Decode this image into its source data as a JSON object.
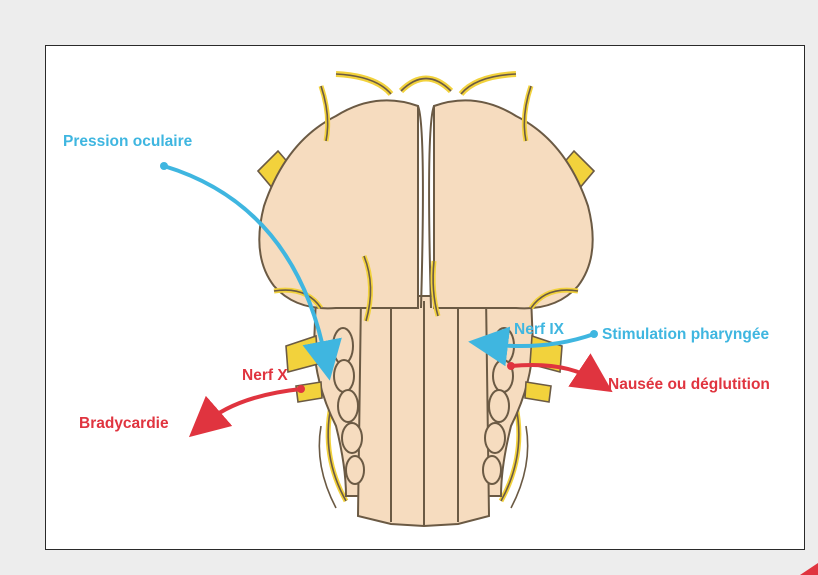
{
  "labels": {
    "pression_oculaire": "Pression oculaire",
    "nerf_x": "Nerf X",
    "bradycardie": "Bradycardie",
    "nerf_ix": "Nerf IX",
    "stimulation_pharyngee": "Stimulation pharyngée",
    "nausee_deglutition": "Nausée ou déglutition"
  },
  "colors": {
    "afferent": "#3fb6e0",
    "efferent": "#e0343f",
    "tissue": "#f6dcbf",
    "tissue_outline": "#6b5a44",
    "nerve": "#f2d23c"
  }
}
